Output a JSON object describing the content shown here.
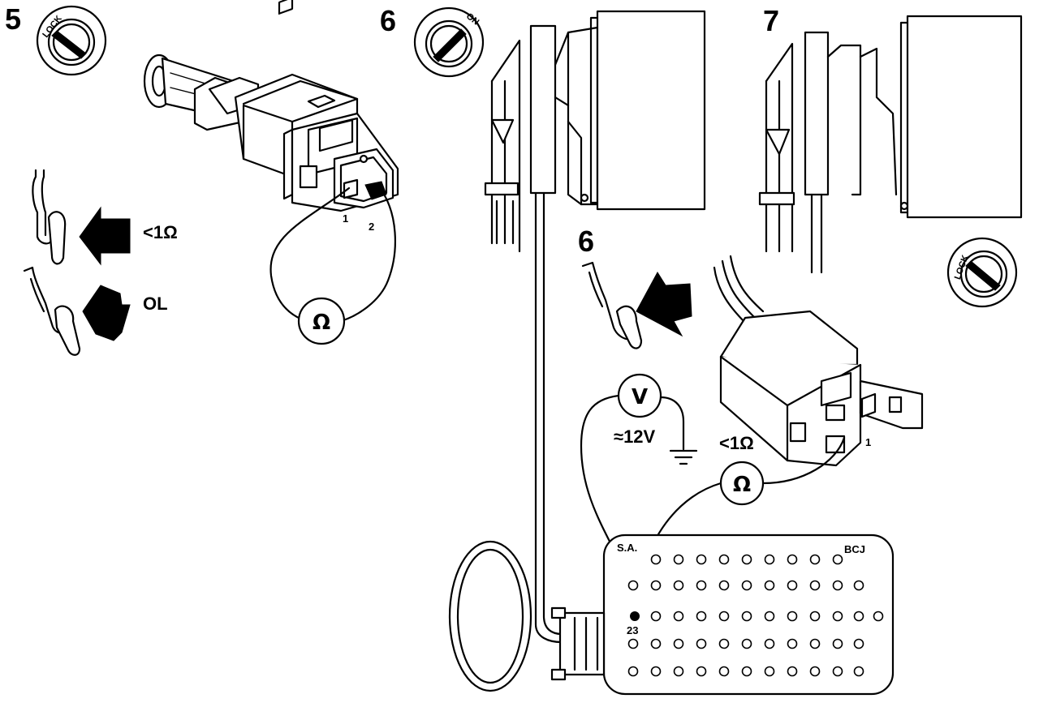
{
  "steps": {
    "s5": "5",
    "s6a": "6",
    "s6b": "6",
    "s7": "7"
  },
  "keys": {
    "lock1": "LOCK",
    "on": "ON",
    "lock2": "LOCK"
  },
  "step5": {
    "pressed_result": "<1Ω",
    "released_result": "OL",
    "pin1": "1",
    "pin2": "2",
    "meter": "Ω"
  },
  "step6": {
    "voltmeter": "V",
    "voltage": "≈12V",
    "ohmmeter": "Ω",
    "resistance": "<1Ω",
    "pin1": "1"
  },
  "bcj": {
    "left_label": "S.A.",
    "right_label": "BCJ",
    "terminal": "23"
  }
}
